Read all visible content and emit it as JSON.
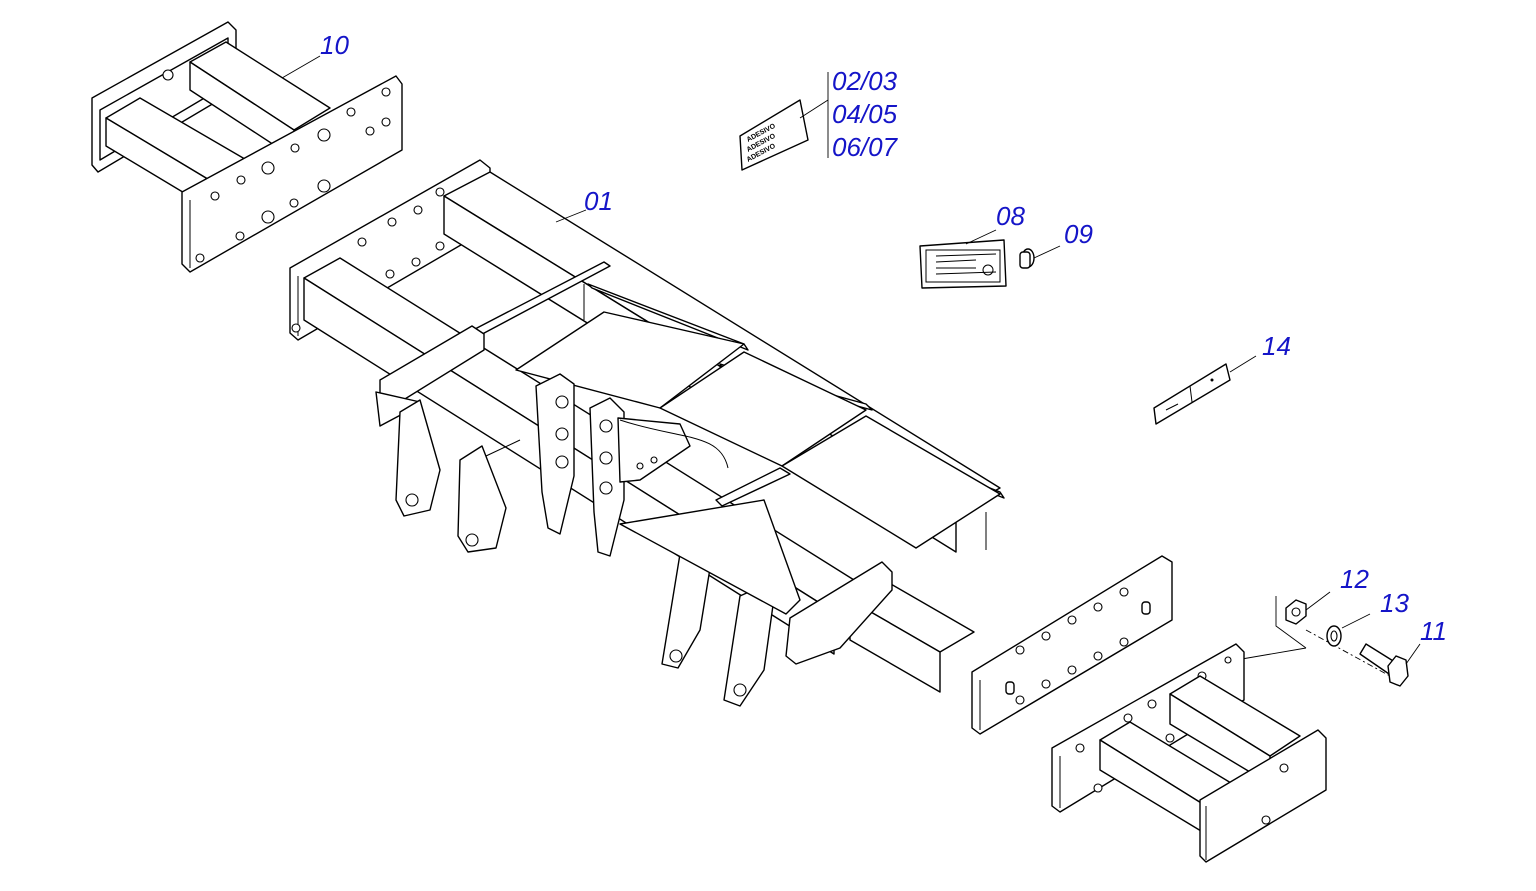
{
  "callouts": {
    "c01": "01",
    "c0203": "02/03",
    "c0405": "04/05",
    "c0607": "06/07",
    "c08": "08",
    "c09": "09",
    "c10": "10",
    "c11": "11",
    "c12": "12",
    "c13": "13",
    "c14": "14"
  },
  "sticker": {
    "line1": "ADESIVO",
    "line2": "ADESIVO",
    "line3": "ADESIVO"
  },
  "colors": {
    "callout": "#1515c8",
    "line": "#000000",
    "background": "#ffffff"
  }
}
